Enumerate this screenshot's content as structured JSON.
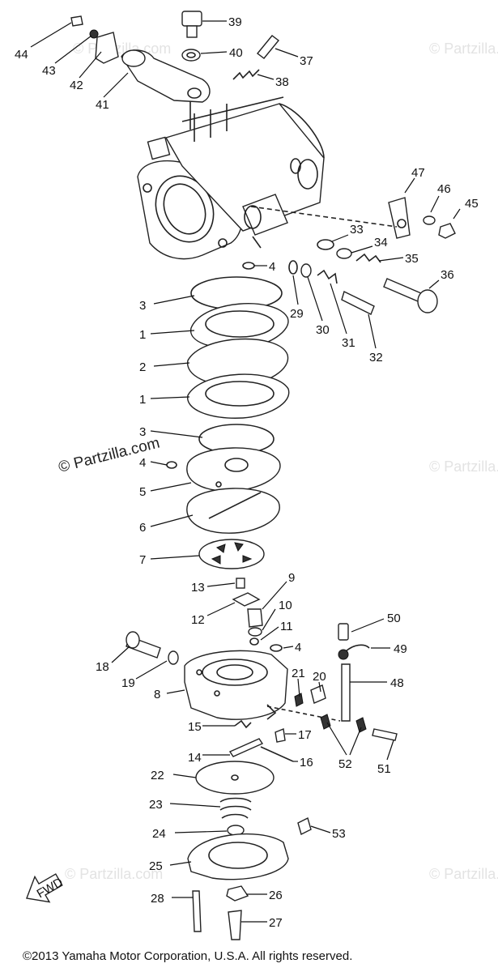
{
  "watermarks": {
    "main": "© Partzilla.com",
    "faint": "© Partzilla.com"
  },
  "labels": {
    "p1a": "1",
    "p1b": "1",
    "p2": "2",
    "p3a": "3",
    "p3b": "3",
    "p4a": "4",
    "p4b": "4",
    "p4c": "4",
    "p5": "5",
    "p6": "6",
    "p7": "7",
    "p8": "8",
    "p9": "9",
    "p10": "10",
    "p11": "11",
    "p12": "12",
    "p13": "13",
    "p14": "14",
    "p15": "15",
    "p16": "16",
    "p17": "17",
    "p18": "18",
    "p19": "19",
    "p20": "20",
    "p21": "21",
    "p22": "22",
    "p23": "23",
    "p24": "24",
    "p25": "25",
    "p26": "26",
    "p27": "27",
    "p28": "28",
    "p29": "29",
    "p30": "30",
    "p31": "31",
    "p32": "32",
    "p33": "33",
    "p34": "34",
    "p35": "35",
    "p36": "36",
    "p37": "37",
    "p38": "38",
    "p39": "39",
    "p40": "40",
    "p41": "41",
    "p42": "42",
    "p43": "43",
    "p44": "44",
    "p45": "45",
    "p46": "46",
    "p47": "47",
    "p48": "48",
    "p49": "49",
    "p50": "50",
    "p51": "51",
    "p52": "52",
    "p53": "53"
  },
  "fwd_label": "FWD",
  "copyright": "©2013  Yamaha Motor Corporation, U.S.A. All rights reserved."
}
